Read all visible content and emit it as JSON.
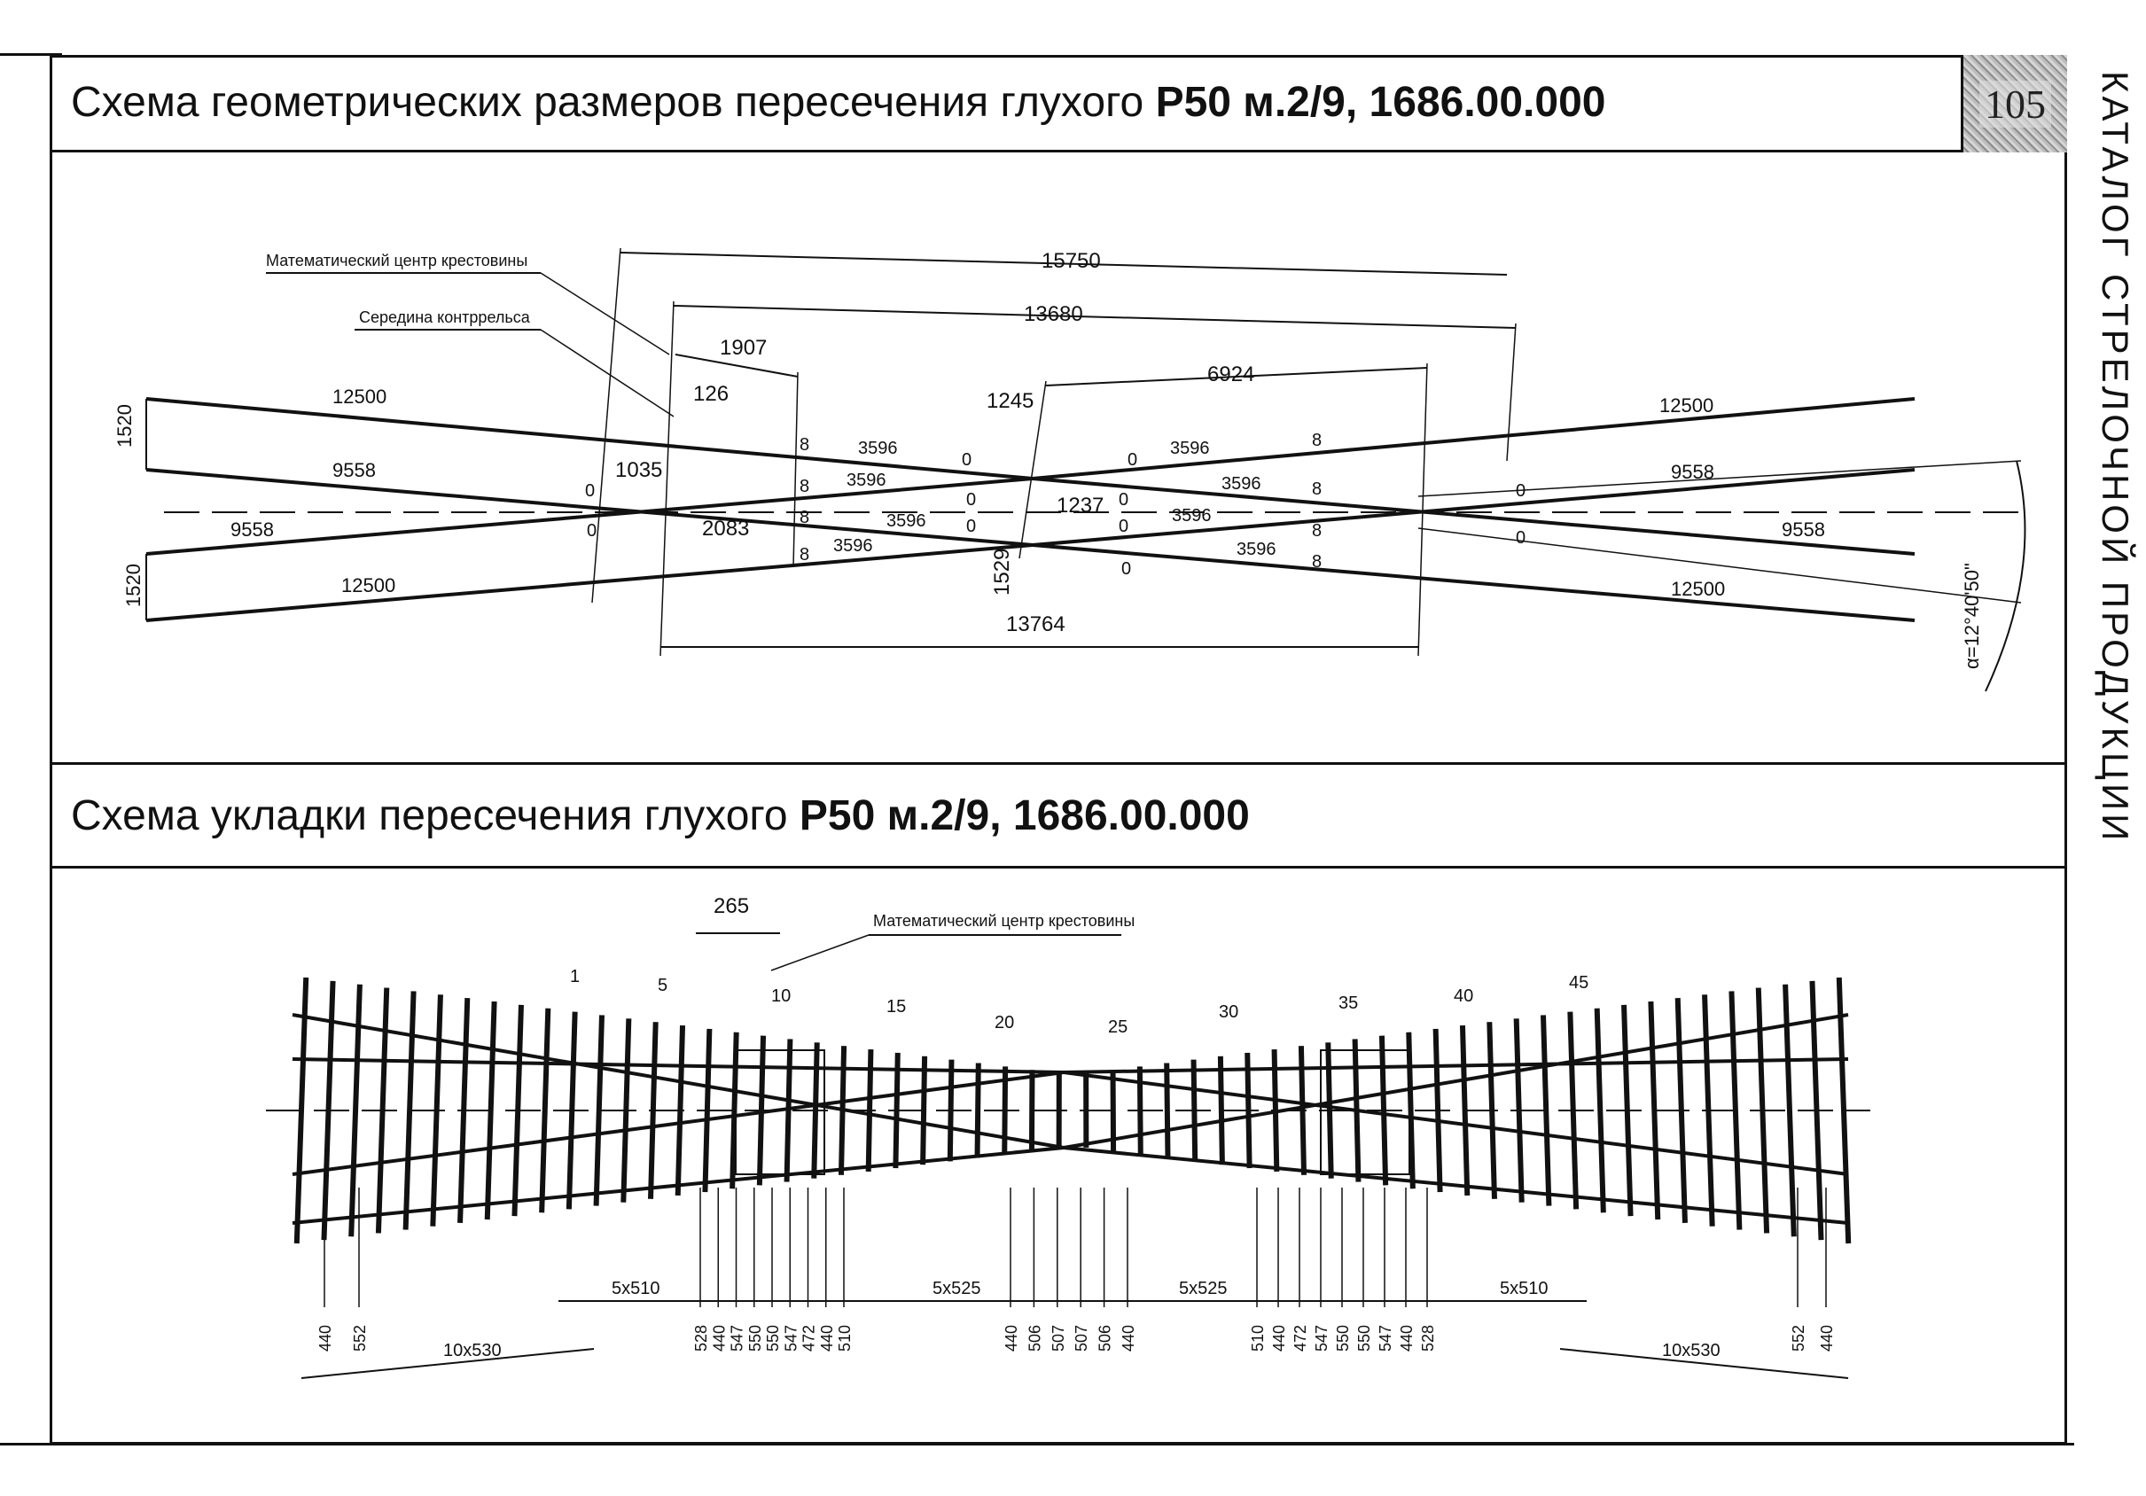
{
  "catalog_caption": "КАТАЛОГ СТРЕЛОЧНОЙ ПРОДУКЦИИ",
  "page_number": "105",
  "section1": {
    "title_prefix": "Схема геометрических размеров пересечения глухого ",
    "title_bold": "Р50 м.2/9, 1686.00.000",
    "callouts": {
      "math_center": "Математический центр крестовины",
      "guard_rail_middle": "Середина контррельса"
    },
    "dims": {
      "d15750": "15750",
      "d13680": "13680",
      "d1907": "1907",
      "d6924": "6924",
      "d1245": "1245",
      "d126": "126",
      "d1035": "1035",
      "d2083": "2083",
      "d1237": "1237",
      "d1529": "1529",
      "d13764": "13764",
      "d12500": "12500",
      "d9558": "9558",
      "d1520": "1520",
      "d3596": "3596",
      "d8": "8",
      "d0": "0",
      "angle": "α=12°40'50\""
    }
  },
  "section2": {
    "title_prefix": "Схема укладки пересечения глухого ",
    "title_bold": "Р50 м.2/9, 1686.00.000",
    "callout_math_center": "Математический центр крестовины",
    "dim265": "265",
    "tie_numbers": [
      "1",
      "5",
      "10",
      "15",
      "20",
      "25",
      "30",
      "35",
      "40",
      "45"
    ],
    "spacing_labels": {
      "s5x510": "5x510",
      "s5x525": "5x525",
      "s10x530": "10x530"
    },
    "left_group": [
      "528",
      "440",
      "547",
      "550",
      "550",
      "547",
      "472",
      "440",
      "510"
    ],
    "center_group": [
      "440",
      "506",
      "507",
      "507",
      "506",
      "440"
    ],
    "right_group": [
      "510",
      "440",
      "472",
      "547",
      "550",
      "550",
      "547",
      "440",
      "528"
    ],
    "left_end": [
      "440",
      "552"
    ],
    "right_end": [
      "552",
      "440"
    ]
  }
}
